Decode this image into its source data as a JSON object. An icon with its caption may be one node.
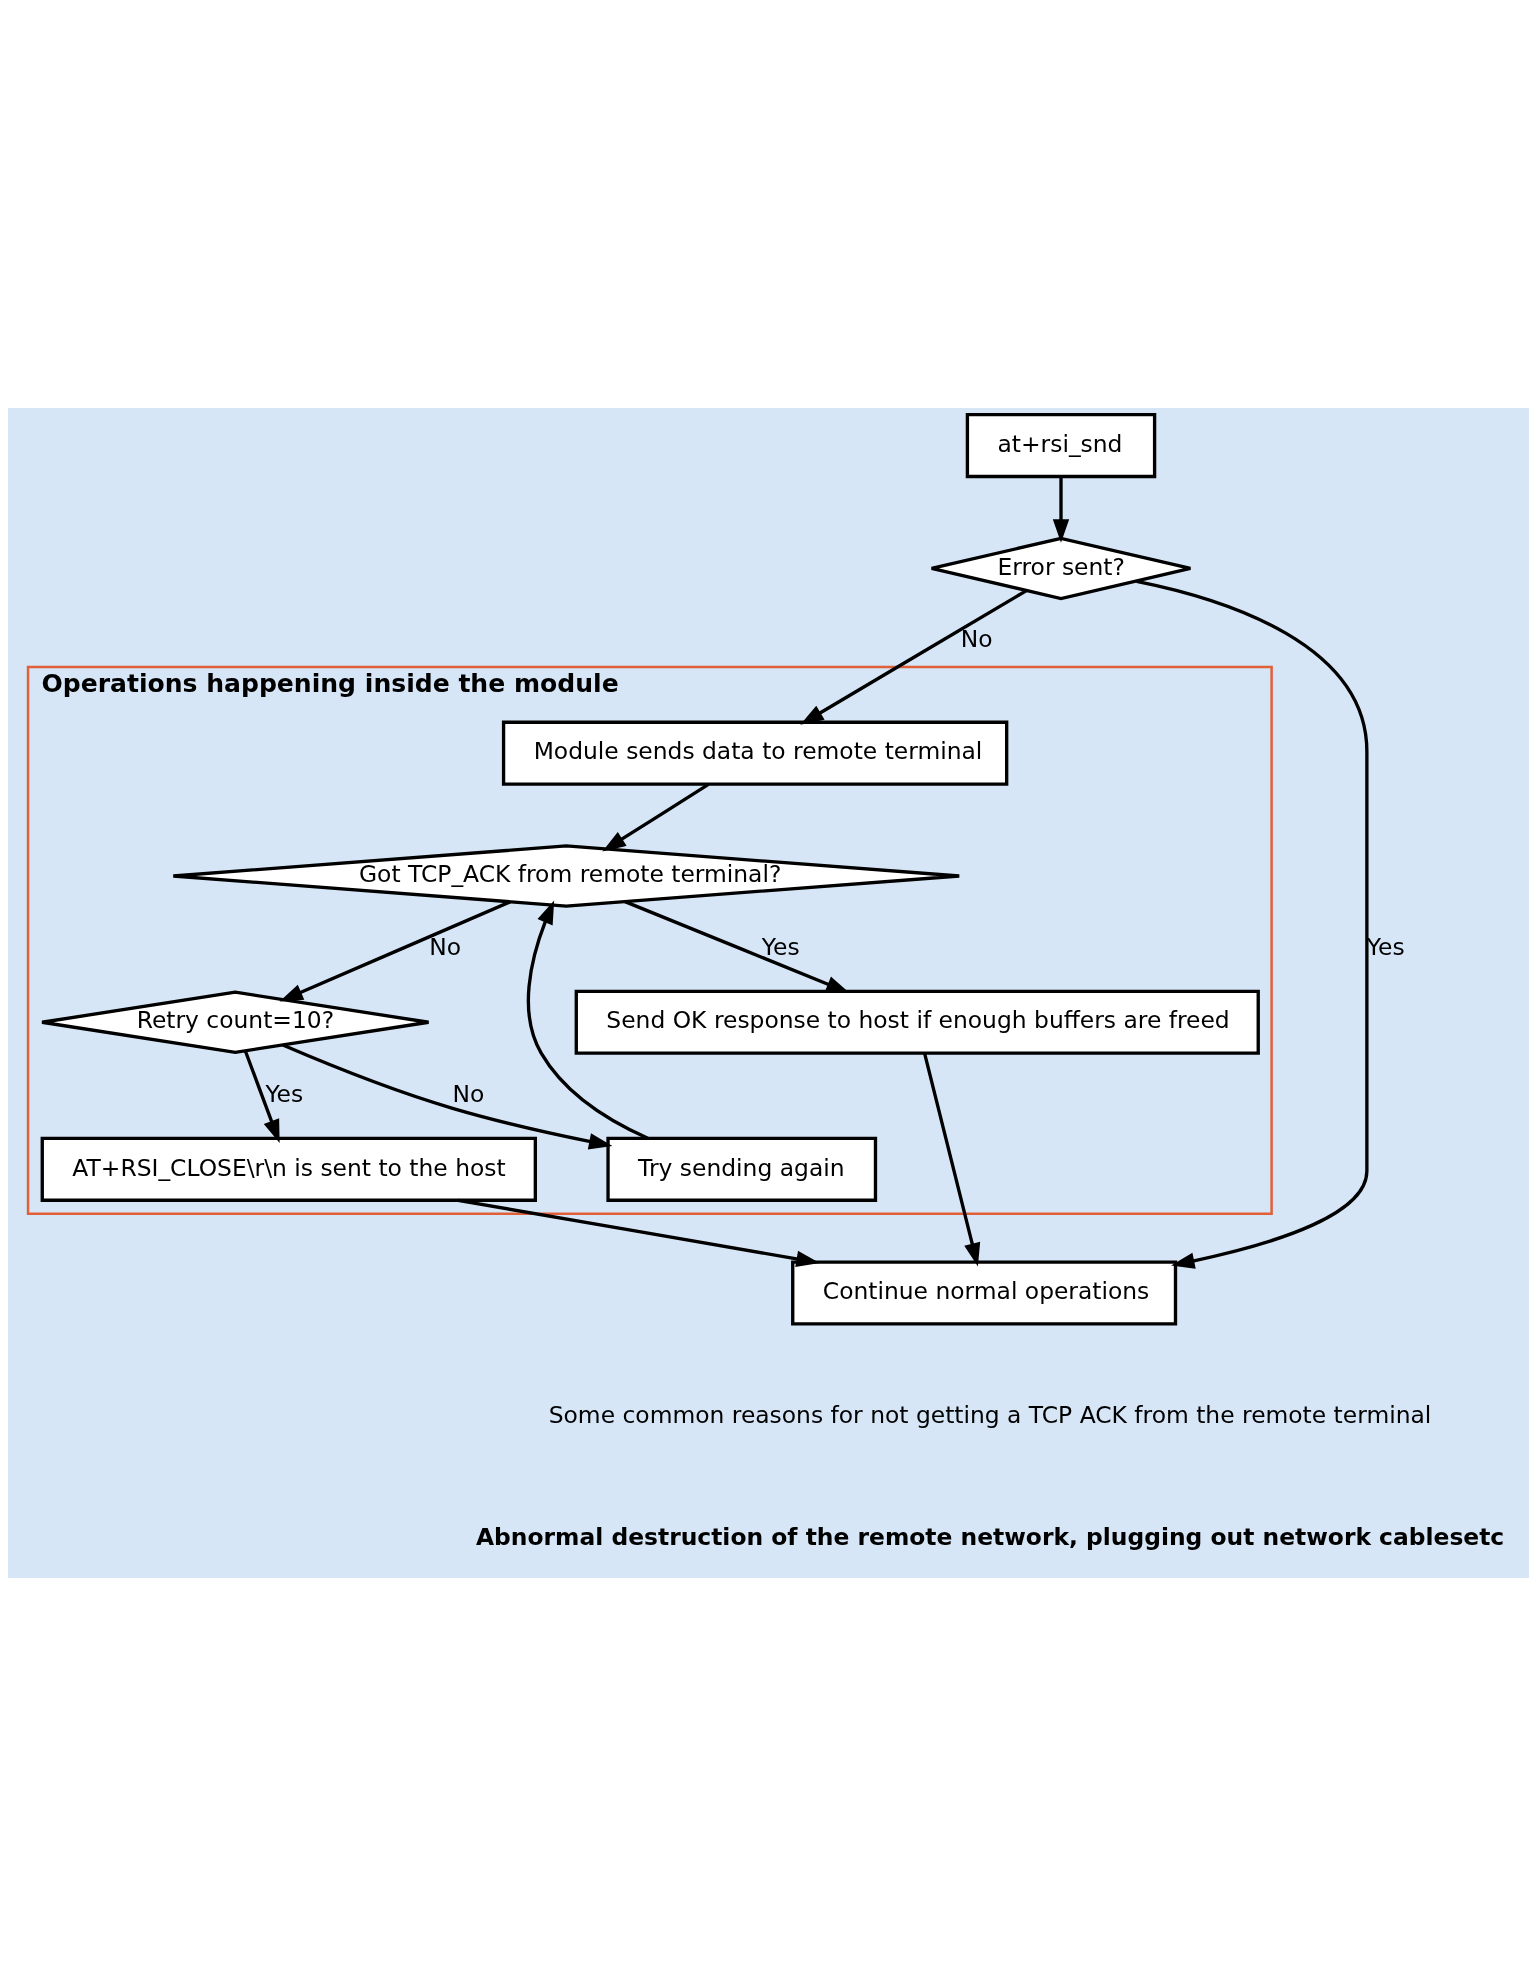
{
  "diagram": {
    "nodes": [
      {
        "text": [
          "at+rsi_snd"
        ]
      },
      {
        "text": [
          "Error sent?"
        ]
      },
      {
        "text": [
          "Operations happening inside the module"
        ]
      },
      {
        "text": [
          "Module sends data to remote terminal"
        ],
        "in": 2
      },
      {
        "text": [
          "Got TCP_ACK from remote terminal?"
        ],
        "in": 2
      },
      {
        "text": [
          "Try sending again"
        ],
        "in": 2
      },
      {
        "text": [
          "Send OK response to host if enough buffers are freed"
        ],
        "in": 2
      },
      {
        "text": [
          "Retry count=10?"
        ],
        "in": 2
      },
      {
        "text": [
          "AT+RSI_CLOSE\\r\\n is sent to the host"
        ],
        "in": 2
      },
      {
        "text": [
          "Continue normal operations"
        ]
      }
    ],
    "edges": [
      {
        "from": 0,
        "to": 1,
        "arrow": "to"
      },
      {
        "from": 1,
        "to": 9,
        "arrow": "to",
        "label": "Yes"
      },
      {
        "from": 1,
        "to": 3,
        "arrow": "to",
        "label": "No"
      },
      {
        "from": 3,
        "to": 4,
        "arrow": "to"
      },
      {
        "from": 4,
        "to": 6,
        "arrow": "to",
        "label": "Yes"
      },
      {
        "from": 4,
        "to": 7,
        "arrow": "to",
        "label": "No"
      },
      {
        "from": 7,
        "to": 5,
        "arrow": "to",
        "label": "No"
      },
      {
        "from": 7,
        "to": 8,
        "arrow": "to",
        "label": "Yes"
      },
      {
        "from": 5,
        "to": 4,
        "arrow": "to"
      },
      {
        "from": 6,
        "to": 9,
        "arrow": "to"
      },
      {
        "from": 8,
        "to": 9,
        "arrow": "to"
      }
    ],
    "labels": [
      "Some common reasons for not getting a TCP ACK from the remote terminal",
      "Abnormal destruction of the remote network, plugging out network cablesetc"
    ]
  }
}
